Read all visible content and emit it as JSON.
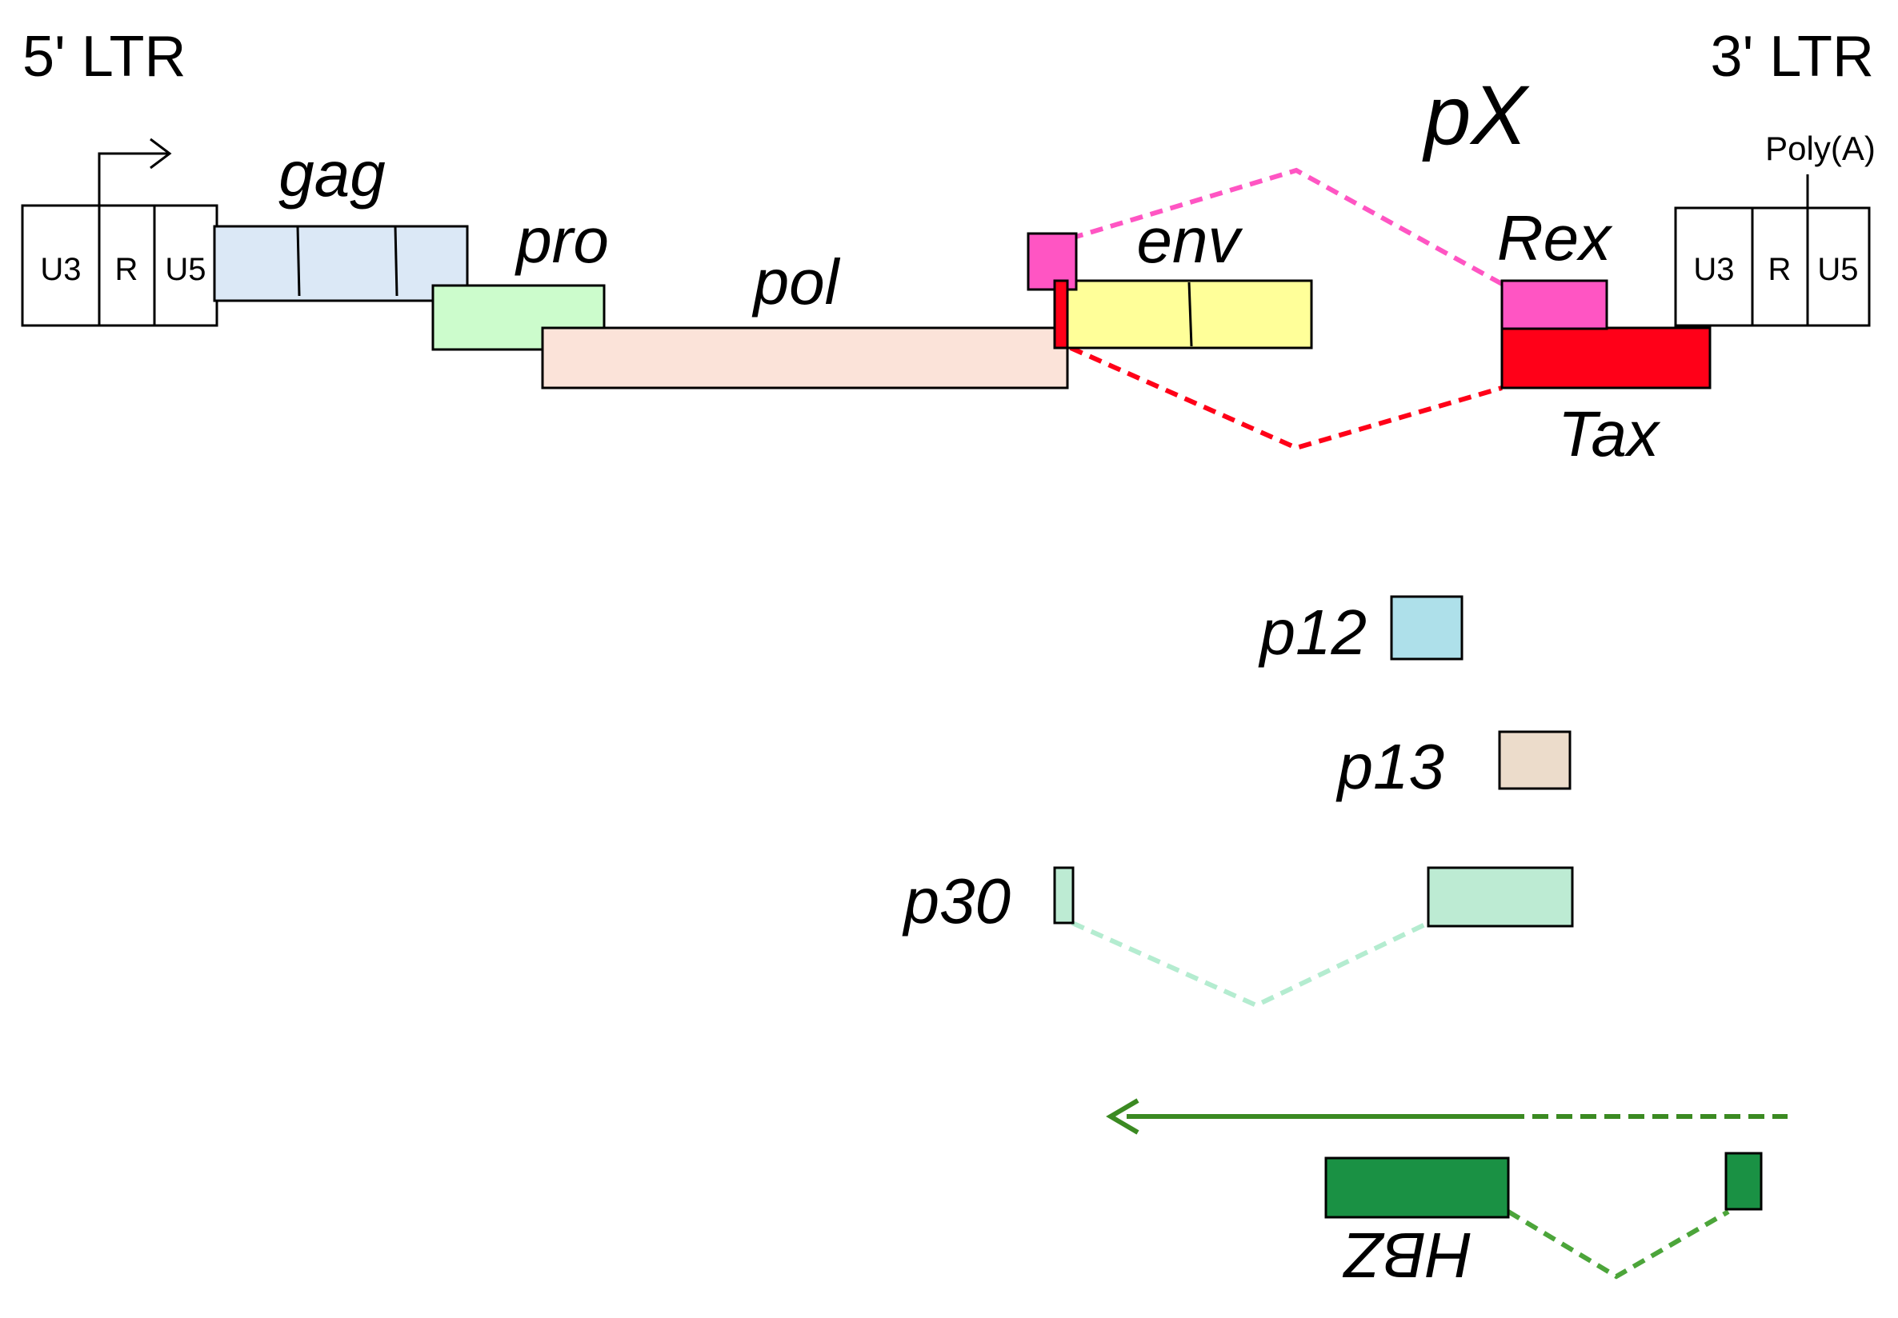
{
  "labels": {
    "ltr5": "5' LTR",
    "ltr3": "3' LTR",
    "px": "pX",
    "polya": "Poly(A)",
    "u3": "U3",
    "r": "R",
    "u5": "U5",
    "gag": "gag",
    "pro": "pro",
    "pol": "pol",
    "env": "env",
    "rex": "Rex",
    "tax": "Tax",
    "p12": "p12",
    "p13": "p13",
    "p30": "p30",
    "hbz": "HBZ"
  },
  "colors": {
    "gag": "#dbe8f6",
    "pro": "#ccfccc",
    "pol": "#fbe3d9",
    "env": "#ffff99",
    "rex": "#ff55c3",
    "tax": "#ff0018",
    "p12": "#aee0ea",
    "p13": "#ecdccb",
    "p30": "#bdebd3",
    "p30_splice": "#b4ecd0",
    "hbz": "#1a9144",
    "hbz_arrow": "#3b8a22",
    "hbz_splice": "#4ca53a"
  }
}
